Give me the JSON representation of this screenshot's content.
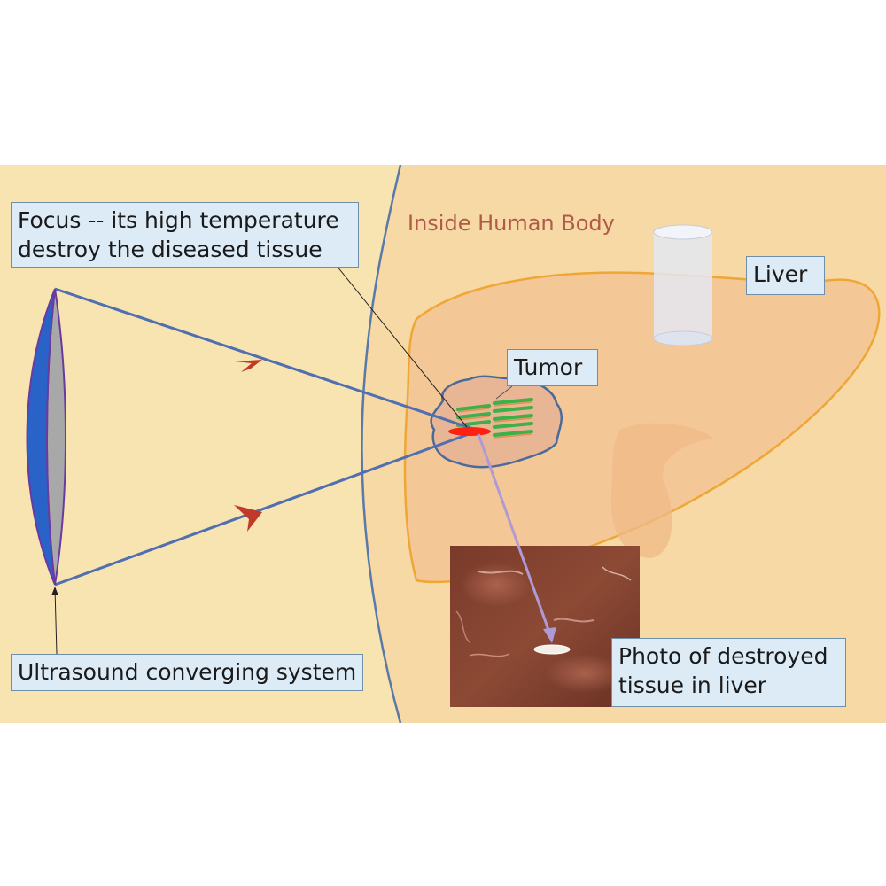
{
  "labels": {
    "focus_line1": "Focus -- its high temperature",
    "focus_line2": "destroy the diseased tissue",
    "inside_body": "Inside Human Body",
    "liver": "Liver",
    "tumor": "Tumor",
    "photo_line1": "Photo of destroyed",
    "photo_line2": "tissue in liver",
    "ultrasound": "Ultrasound converging system"
  },
  "colors": {
    "panel_background": "#f8e4b0",
    "body_region": "#f6d9a4",
    "liver_fill": "#f3c896",
    "liver_outline": "#f0a636",
    "tumor_fill": "#e8b595",
    "tumor_outline": "#4a6a9a",
    "beam": "#4f6fb0",
    "arrow_marker": "#c03a2a",
    "focus_spot": "#ff2010",
    "heated_stripes": "#3db04a",
    "lens_front": "#2a63c8",
    "lens_back": "#a8a8a8",
    "label_box": "#dcebf5",
    "pointer_line": "#b09ad6"
  }
}
